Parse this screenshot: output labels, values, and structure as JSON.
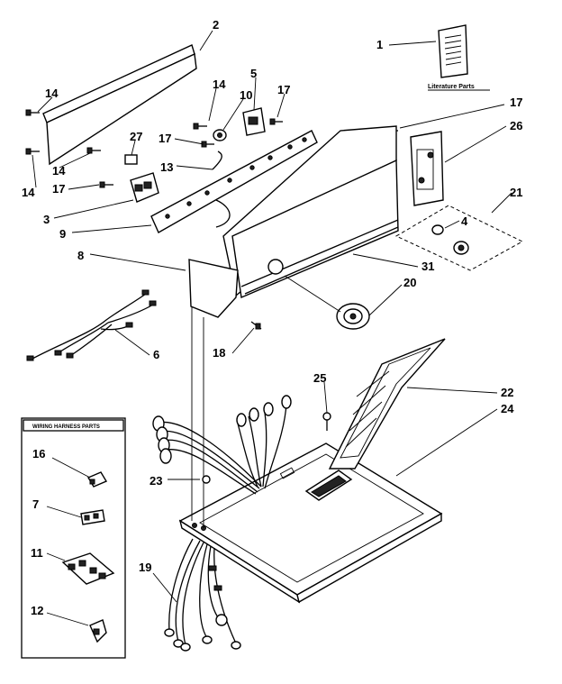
{
  "callouts": {
    "c1": "1",
    "c2": "2",
    "c3": "3",
    "c4": "4",
    "c5": "5",
    "c6": "6",
    "c7": "7",
    "c8": "8",
    "c9": "9",
    "c10": "10",
    "c11": "11",
    "c12": "12",
    "c13": "13",
    "c14": "14",
    "c16": "16",
    "c17": "17",
    "c18": "18",
    "c19": "19",
    "c20": "20",
    "c21": "21",
    "c22": "22",
    "c23": "23",
    "c24": "24",
    "c25": "25",
    "c26": "26",
    "c27": "27",
    "c31": "31"
  },
  "labels": {
    "literature_parts": "Literature Parts",
    "wiring_harness_parts": "WIRING HARNESS PARTS"
  }
}
